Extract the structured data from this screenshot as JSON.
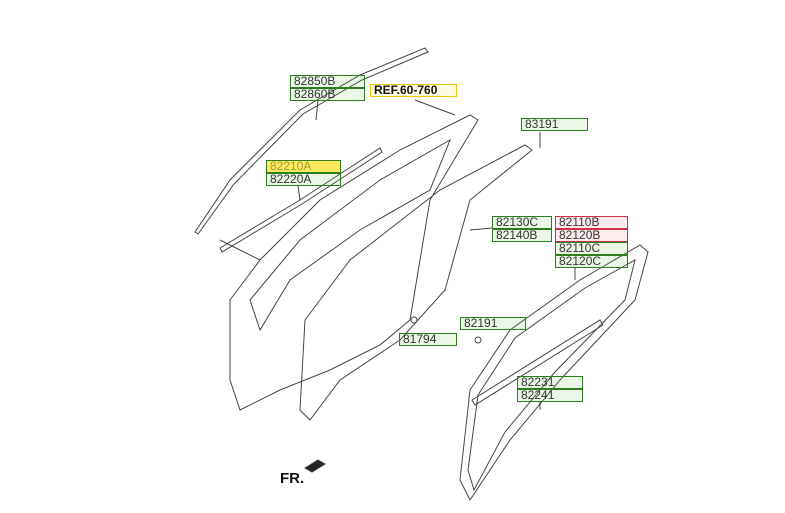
{
  "labels": {
    "p82850B": "82850B",
    "p82860B": "82860B",
    "ref": "REF.60-760",
    "p83191": "83191",
    "p82210A": "82210A",
    "p82220A": "82220A",
    "p82130C": "82130C",
    "p82140B": "82140B",
    "p82110B": "82110B",
    "p82120B": "82120B",
    "p82110C": "82110C",
    "p82120C": "82120C",
    "p82191": "82191",
    "p81794": "81794",
    "p82231": "82231",
    "p82241": "82241"
  },
  "front_marker": "FR.",
  "colors": {
    "green": "#2e7d1e",
    "red": "#d0304a",
    "yellow": "#e8c800"
  }
}
